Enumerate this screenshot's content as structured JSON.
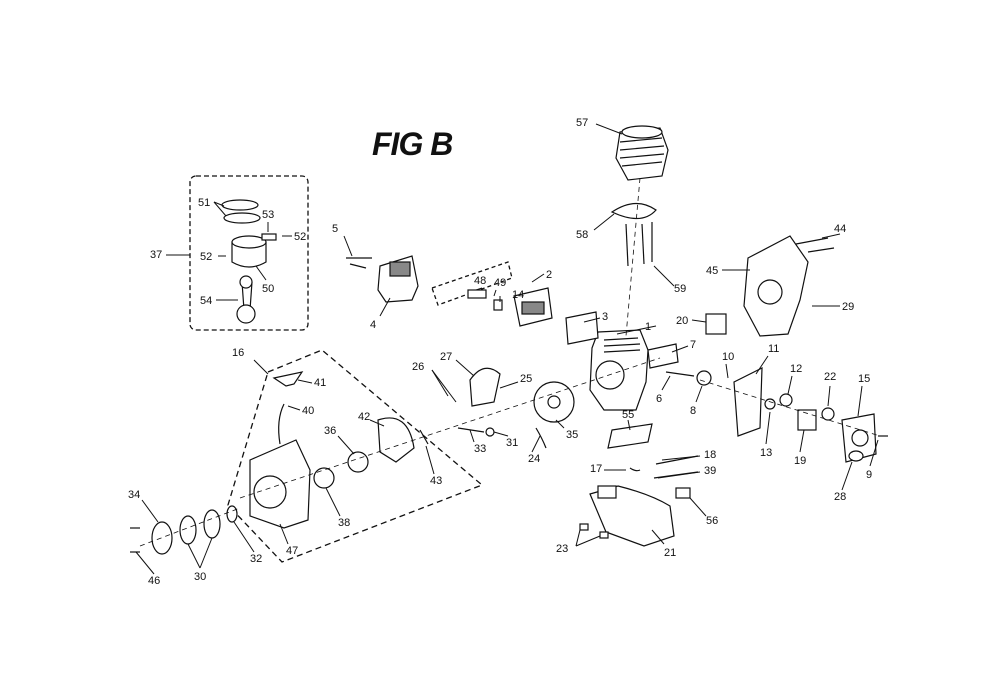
{
  "title": "FIG B",
  "callouts": [
    "1",
    "2",
    "3",
    "4",
    "5",
    "6",
    "7",
    "8",
    "9",
    "10",
    "11",
    "12",
    "13",
    "14",
    "15",
    "16",
    "17",
    "18",
    "19",
    "20",
    "21",
    "22",
    "23",
    "24",
    "25",
    "26",
    "27",
    "28",
    "29",
    "30",
    "31",
    "32",
    "33",
    "34",
    "35",
    "36",
    "37",
    "38",
    "39",
    "40",
    "41",
    "42",
    "43",
    "44",
    "45",
    "46",
    "47",
    "48",
    "49",
    "50",
    "51",
    "52",
    "53",
    "54",
    "55",
    "56",
    "57",
    "58",
    "59"
  ],
  "colors": {
    "ink": "#111111",
    "fill": "#ffffff",
    "shade": "#888888"
  }
}
